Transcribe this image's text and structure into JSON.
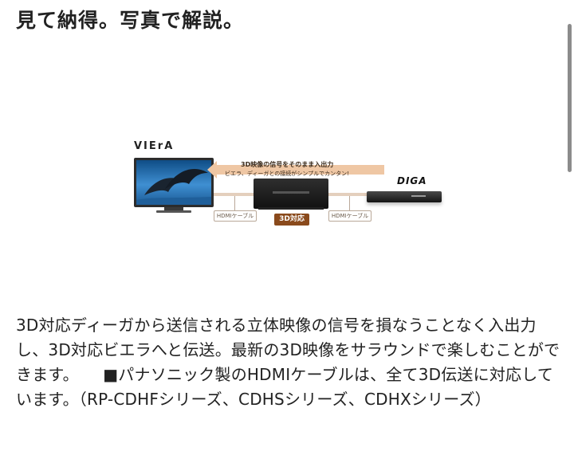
{
  "header": {
    "title": "見て納得。写真で解説。"
  },
  "diagram": {
    "brand_left": "VIErA",
    "brand_right": "DIGA",
    "arrow_text_1": "3D映像の信号をそのまま入出力",
    "arrow_text_2": "ビエラ、ディーガとの接続がシンプルでカンタン!",
    "cable_left": "HDMIケーブル",
    "cable_right": "HDMIケーブル",
    "badge": "3D対応"
  },
  "body": {
    "paragraph": "3D対応ディーガから送信される立体映像の信号を損なうことなく入出力し、3D対応ビエラへと伝送。最新の3D映像をサラウンドで楽しむことができます。　　■パナソニック製のHDMIケーブルは、全て3D伝送に対応しています。（RP-CDHFシリーズ、CDHSシリーズ、CDHXシリーズ）"
  },
  "colors": {
    "badge_bg": "#8a4a1c",
    "arrow": "#e8b890",
    "tv_screen": "#2f7fc4"
  }
}
